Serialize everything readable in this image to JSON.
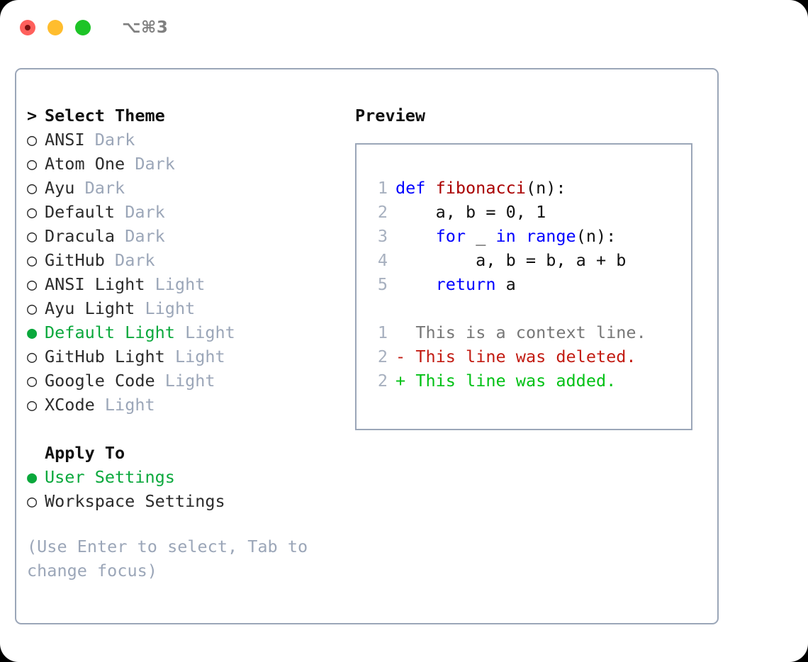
{
  "window": {
    "shortcut": "⌥⌘3",
    "traffic_lights": [
      {
        "name": "close",
        "color": "#ff605c"
      },
      {
        "name": "minimize",
        "color": "#ffbd2e"
      },
      {
        "name": "zoom",
        "color": "#1dc427"
      }
    ]
  },
  "theme_picker": {
    "heading_prefix": ">",
    "heading": "Select Theme",
    "bullet_unselected": "○",
    "bullet_selected": "●",
    "items": [
      {
        "label": "ANSI",
        "variant": "Dark",
        "selected": false
      },
      {
        "label": "Atom One",
        "variant": "Dark",
        "selected": false
      },
      {
        "label": "Ayu",
        "variant": "Dark",
        "selected": false
      },
      {
        "label": "Default",
        "variant": "Dark",
        "selected": false
      },
      {
        "label": "Dracula",
        "variant": "Dark",
        "selected": false
      },
      {
        "label": "GitHub",
        "variant": "Dark",
        "selected": false
      },
      {
        "label": "ANSI Light",
        "variant": "Light",
        "selected": false
      },
      {
        "label": "Ayu Light",
        "variant": "Light",
        "selected": false
      },
      {
        "label": "Default Light",
        "variant": "Light",
        "selected": true
      },
      {
        "label": "GitHub Light",
        "variant": "Light",
        "selected": false
      },
      {
        "label": "Google Code",
        "variant": "Light",
        "selected": false
      },
      {
        "label": "XCode",
        "variant": "Light",
        "selected": false
      }
    ]
  },
  "apply_to": {
    "heading": "Apply To",
    "items": [
      {
        "label": "User Settings",
        "selected": true
      },
      {
        "label": "Workspace Settings",
        "selected": false
      }
    ]
  },
  "hint": "(Use Enter to select, Tab to change focus)",
  "preview": {
    "title": "Preview",
    "code": [
      {
        "no": "1",
        "tokens": [
          {
            "t": "def ",
            "c": "kw"
          },
          {
            "t": "fibonacci",
            "c": "fn"
          },
          {
            "t": "(n):",
            "c": "plain"
          }
        ]
      },
      {
        "no": "2",
        "tokens": [
          {
            "t": "    a, b = 0, 1",
            "c": "plain"
          }
        ]
      },
      {
        "no": "3",
        "tokens": [
          {
            "t": "    ",
            "c": "plain"
          },
          {
            "t": "for",
            "c": "kw"
          },
          {
            "t": " _ ",
            "c": "plain"
          },
          {
            "t": "in",
            "c": "kw"
          },
          {
            "t": " ",
            "c": "plain"
          },
          {
            "t": "range",
            "c": "kw"
          },
          {
            "t": "(n):",
            "c": "plain"
          }
        ]
      },
      {
        "no": "4",
        "tokens": [
          {
            "t": "        a, b = b, a + b",
            "c": "plain"
          }
        ]
      },
      {
        "no": "5",
        "tokens": [
          {
            "t": "    ",
            "c": "plain"
          },
          {
            "t": "return",
            "c": "kw"
          },
          {
            "t": " a",
            "c": "plain"
          }
        ]
      }
    ],
    "diff": [
      {
        "no": "1",
        "marker": " ",
        "text": "This is a context line.",
        "kind": "ctx"
      },
      {
        "no": "2",
        "marker": "-",
        "text": "This line was deleted.",
        "kind": "del"
      },
      {
        "no": "2",
        "marker": "+",
        "text": "This line was added.",
        "kind": "add"
      }
    ]
  },
  "colors": {
    "accent_green": "#0aa83c",
    "muted": "#9ba6b8",
    "border": "#9ba6b8",
    "keyword_blue": "#0000ff",
    "function_red": "#aa0000",
    "diff_add": "#00c115",
    "diff_del": "#c21b12",
    "diff_ctx": "#777777"
  }
}
